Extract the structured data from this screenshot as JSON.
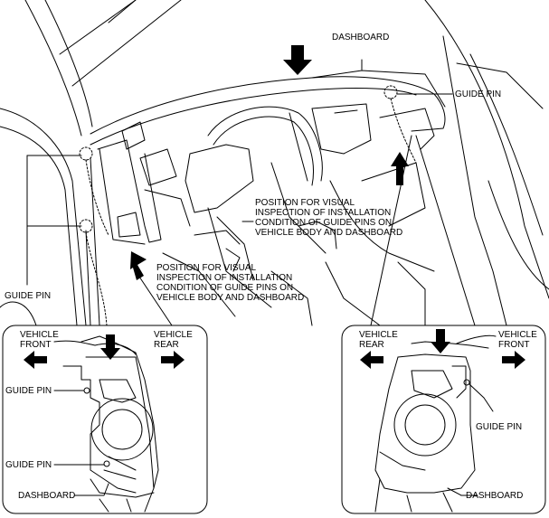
{
  "labels": {
    "dashboard_top": "DASHBOARD",
    "guide_pin_top_right": "GUIDE PIN",
    "guide_pin_left_main": "GUIDE PIN",
    "position_center": [
      "POSITION FOR VISUAL",
      "INSPECTION OF INSTALLATION",
      "CONDITION OF GUIDE PINS ON",
      "VEHICLE BODY AND DASHBOARD"
    ],
    "position_left": [
      "POSITION FOR VISUAL",
      "INSPECTION OF INSTALLATION",
      "CONDITION OF GUIDE PINS ON",
      "VEHICLE BODY AND DASHBOARD"
    ],
    "left_inset": {
      "vehicle_front": [
        "VEHICLE",
        "FRONT"
      ],
      "vehicle_rear": [
        "VEHICLE",
        "REAR"
      ],
      "guide_pin_upper": "GUIDE PIN",
      "guide_pin_lower": "GUIDE PIN",
      "dashboard": "DASHBOARD"
    },
    "right_inset": {
      "vehicle_rear": [
        "VEHICLE",
        "REAR"
      ],
      "vehicle_front": [
        "VEHICLE",
        "FRONT"
      ],
      "guide_pin": "GUIDE PIN",
      "dashboard": "DASHBOARD"
    }
  }
}
